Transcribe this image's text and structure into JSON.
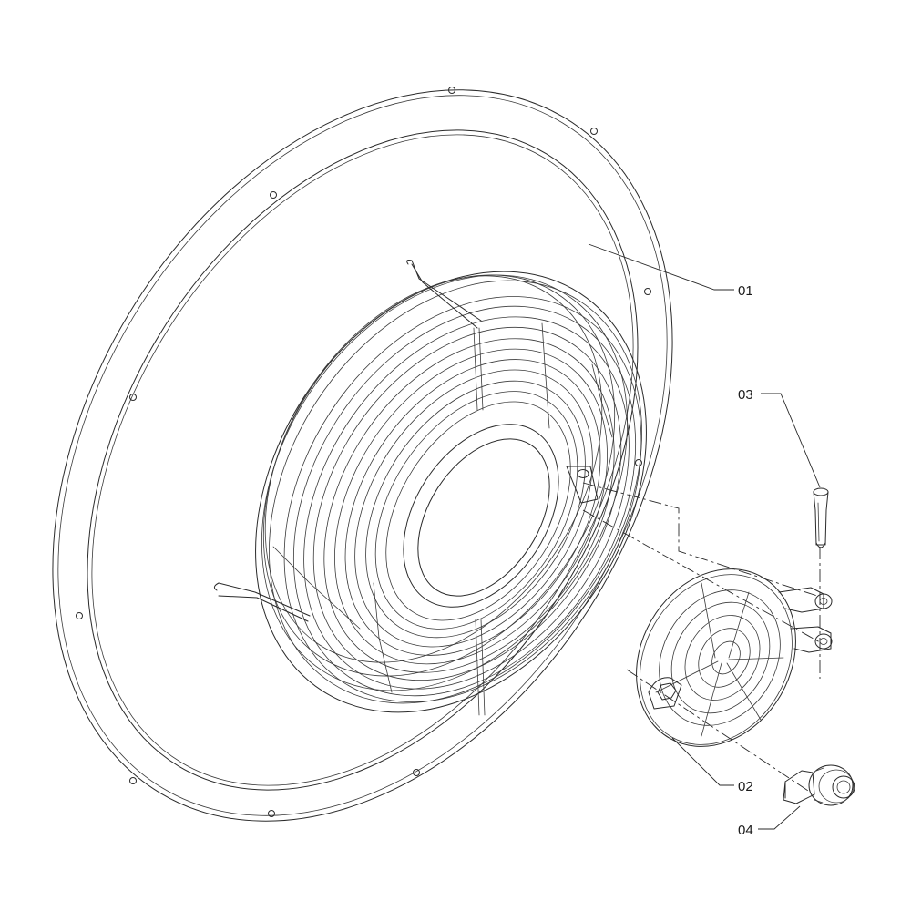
{
  "callouts": [
    {
      "id": "01",
      "label": "01"
    },
    {
      "id": "02",
      "label": "02"
    },
    {
      "id": "03",
      "label": "03"
    },
    {
      "id": "04",
      "label": "04"
    }
  ],
  "colors": {
    "line": "#2a2a2a",
    "background": "#ffffff"
  }
}
